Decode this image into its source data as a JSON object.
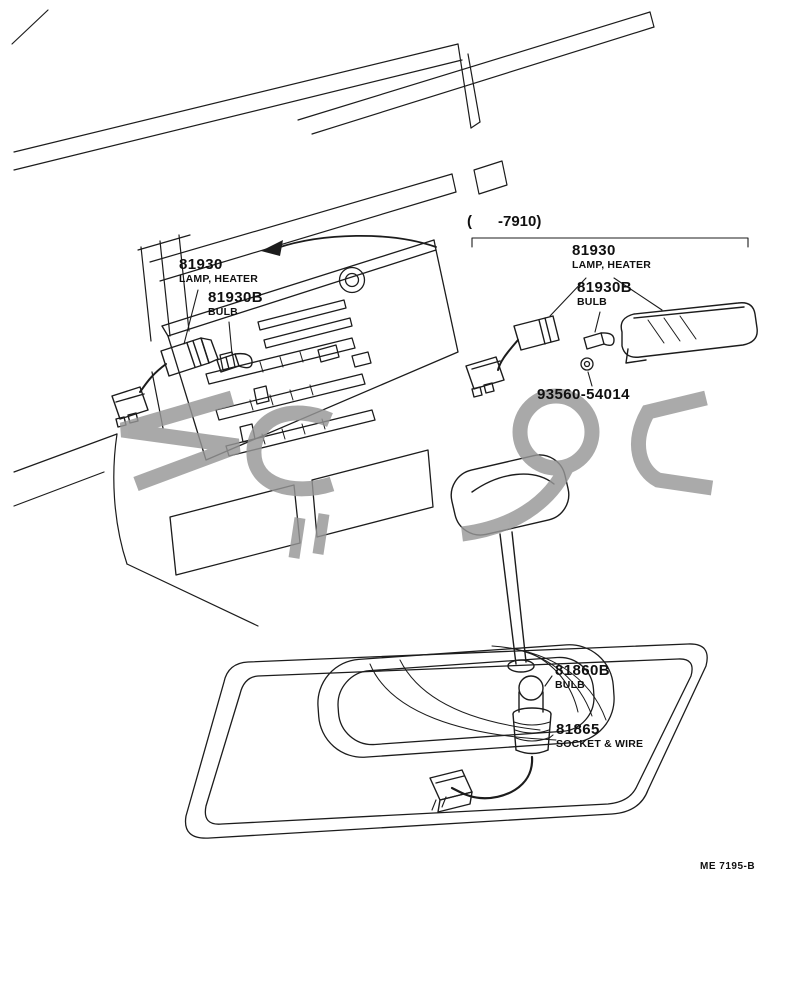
{
  "page": {
    "background": "#ffffff",
    "ink_color": "#1c1c1c",
    "watermark_color": "#979797"
  },
  "header": {
    "production_note_open": "(",
    "production_note_value": "-7910)"
  },
  "parts": {
    "left_lamp": {
      "number": "81930",
      "name": "LAMP, HEATER"
    },
    "left_bulb": {
      "number": "81930B",
      "name": "BULB"
    },
    "right_lamp": {
      "number": "81930",
      "name": "LAMP, HEATER"
    },
    "right_bulb": {
      "number": "81930B",
      "name": "BULB"
    },
    "screw": {
      "number": "93560-54014"
    },
    "shift_bulb": {
      "number": "81860B",
      "name": "BULB"
    },
    "shift_socket_wire": {
      "number": "81865",
      "name": "SOCKET & WIRE"
    }
  },
  "footer": {
    "drawing_code": "ME 7195-B"
  }
}
